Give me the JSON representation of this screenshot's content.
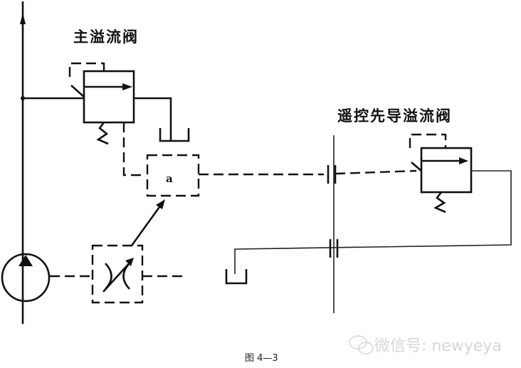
{
  "labels": {
    "main_relief_valve": "主溢流阀",
    "remote_pilot_relief_valve": "遥控先导溢流阀",
    "valve_a": "a"
  },
  "caption": "图 4—3",
  "watermark": "微信号: newyeya"
}
